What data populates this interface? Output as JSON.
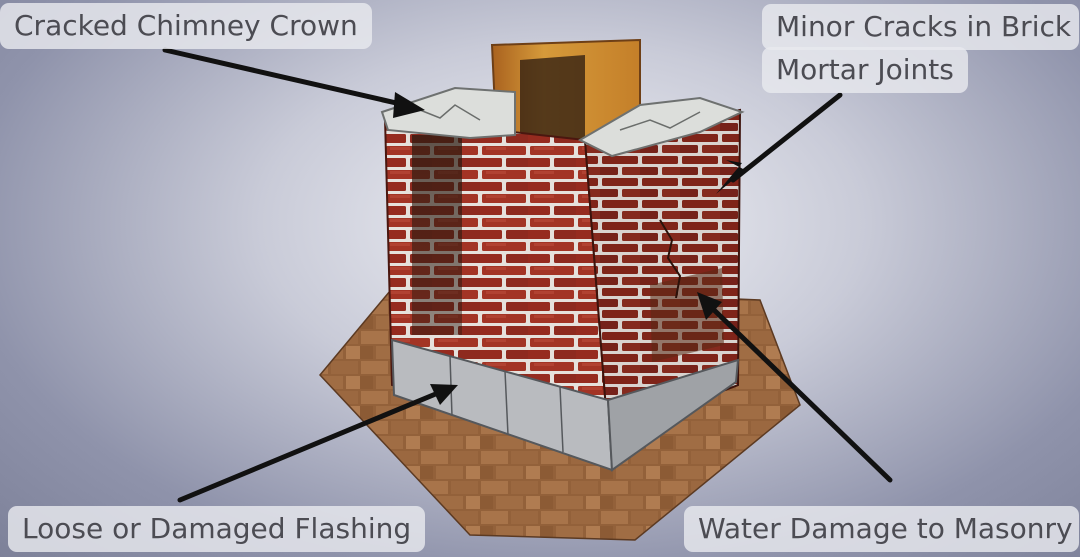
{
  "labels": {
    "cracked_crown": "Cracked Chimney Crown",
    "minor_cracks": "Minor Cracks in Brick",
    "mortar_joints": "Mortar Joints",
    "flashing": "Loose or Damaged Flashing",
    "water_damage": "Water Damage to Masonry"
  },
  "colors": {
    "brick": "#9c2f22",
    "mortar": "#e8e4df",
    "crown": "#d9dbd8",
    "flue": "#c9842a",
    "roof": "#8a5a36",
    "arrow": "#111111",
    "label_bg": "#e8e9ee",
    "label_text": "#4c4c53"
  }
}
